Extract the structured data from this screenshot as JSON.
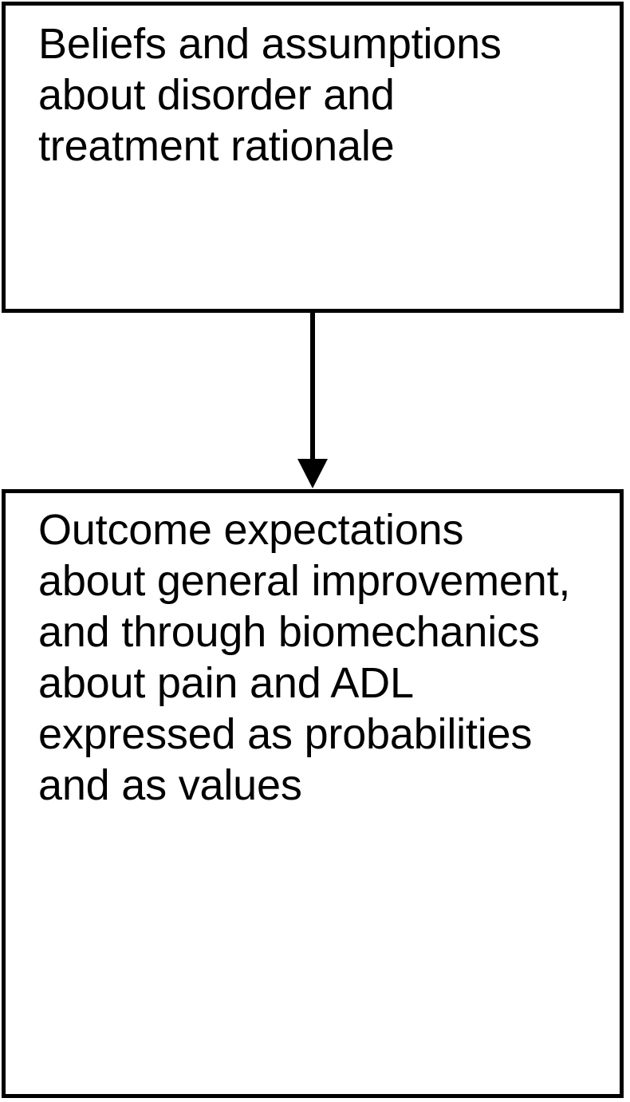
{
  "diagram": {
    "type": "flowchart",
    "orientation": "vertical",
    "background_color": "#ffffff",
    "line_color": "#000000",
    "nodes": [
      {
        "id": "beliefs",
        "label": "Beliefs and assumptions about disorder and treatment rationale",
        "text_lines": [
          "Beliefs and assumptions",
          "about disorder and",
          "treatment rationale"
        ]
      },
      {
        "id": "outcome",
        "label": "Outcome expectations about general improvement, and through biomechanics about pain and ADL expressed as probabilities and as values",
        "text_lines": [
          "Outcome expectations",
          "about general",
          "improvement, and through",
          "biomechanics about pain",
          "and ADL expressed as",
          "probabilities and as values"
        ]
      }
    ],
    "edges": [
      {
        "id": "beliefs-to-outcome",
        "from": "beliefs",
        "to": "outcome",
        "style": "solid",
        "arrowhead": "filled-triangle",
        "direction": "down"
      }
    ]
  }
}
